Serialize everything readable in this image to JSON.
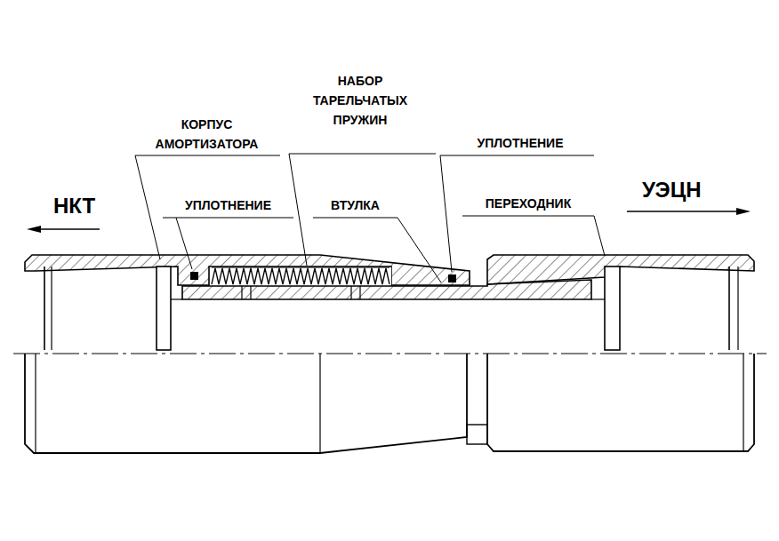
{
  "diagram": {
    "labels": [
      "КОРПУС АМОРТИЗАТОРА",
      "НАБОР ТАРЕЛЬЧАТЫХ ПРУЖИН",
      "УПЛОТНЕНИЕ",
      "НКТ",
      "УПЛОТНЕНИЕ",
      "ВТУЛКА",
      "ПЕРЕХОДНИК",
      "УЭЦН"
    ]
  }
}
